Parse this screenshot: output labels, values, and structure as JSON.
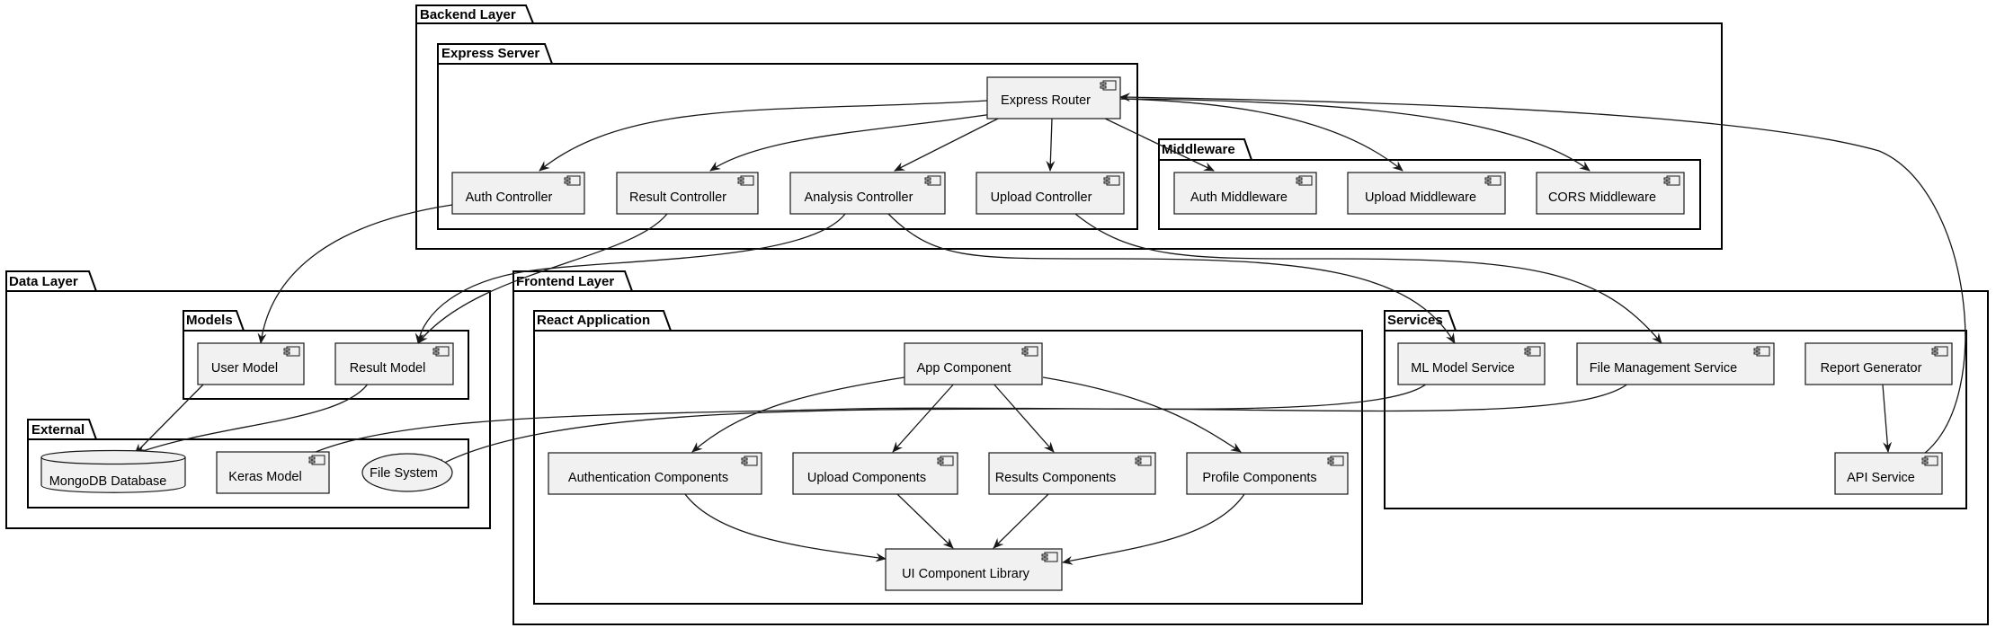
{
  "packages": {
    "backend": "Backend Layer",
    "express": "Express Server",
    "middleware": "Middleware",
    "data": "Data Layer",
    "models": "Models",
    "external": "External",
    "frontend": "Frontend Layer",
    "react": "React Application",
    "services": "Services"
  },
  "components": {
    "express_router": "Express Router",
    "auth_controller": "Auth Controller",
    "result_controller": "Result Controller",
    "analysis_controller": "Analysis Controller",
    "upload_controller": "Upload Controller",
    "auth_middleware": "Auth Middleware",
    "upload_middleware": "Upload Middleware",
    "cors_middleware": "CORS Middleware",
    "user_model": "User Model",
    "result_model": "Result Model",
    "mongodb": "MongoDB Database",
    "keras_model": "Keras Model",
    "file_system": "File System",
    "app_component": "App Component",
    "auth_components": "Authentication Components",
    "upload_components": "Upload Components",
    "results_components": "Results Components",
    "profile_components": "Profile Components",
    "ui_library": "UI Component Library",
    "ml_model_service": "ML Model Service",
    "file_management_service": "File Management Service",
    "report_generator": "Report Generator",
    "api_service": "API Service"
  }
}
